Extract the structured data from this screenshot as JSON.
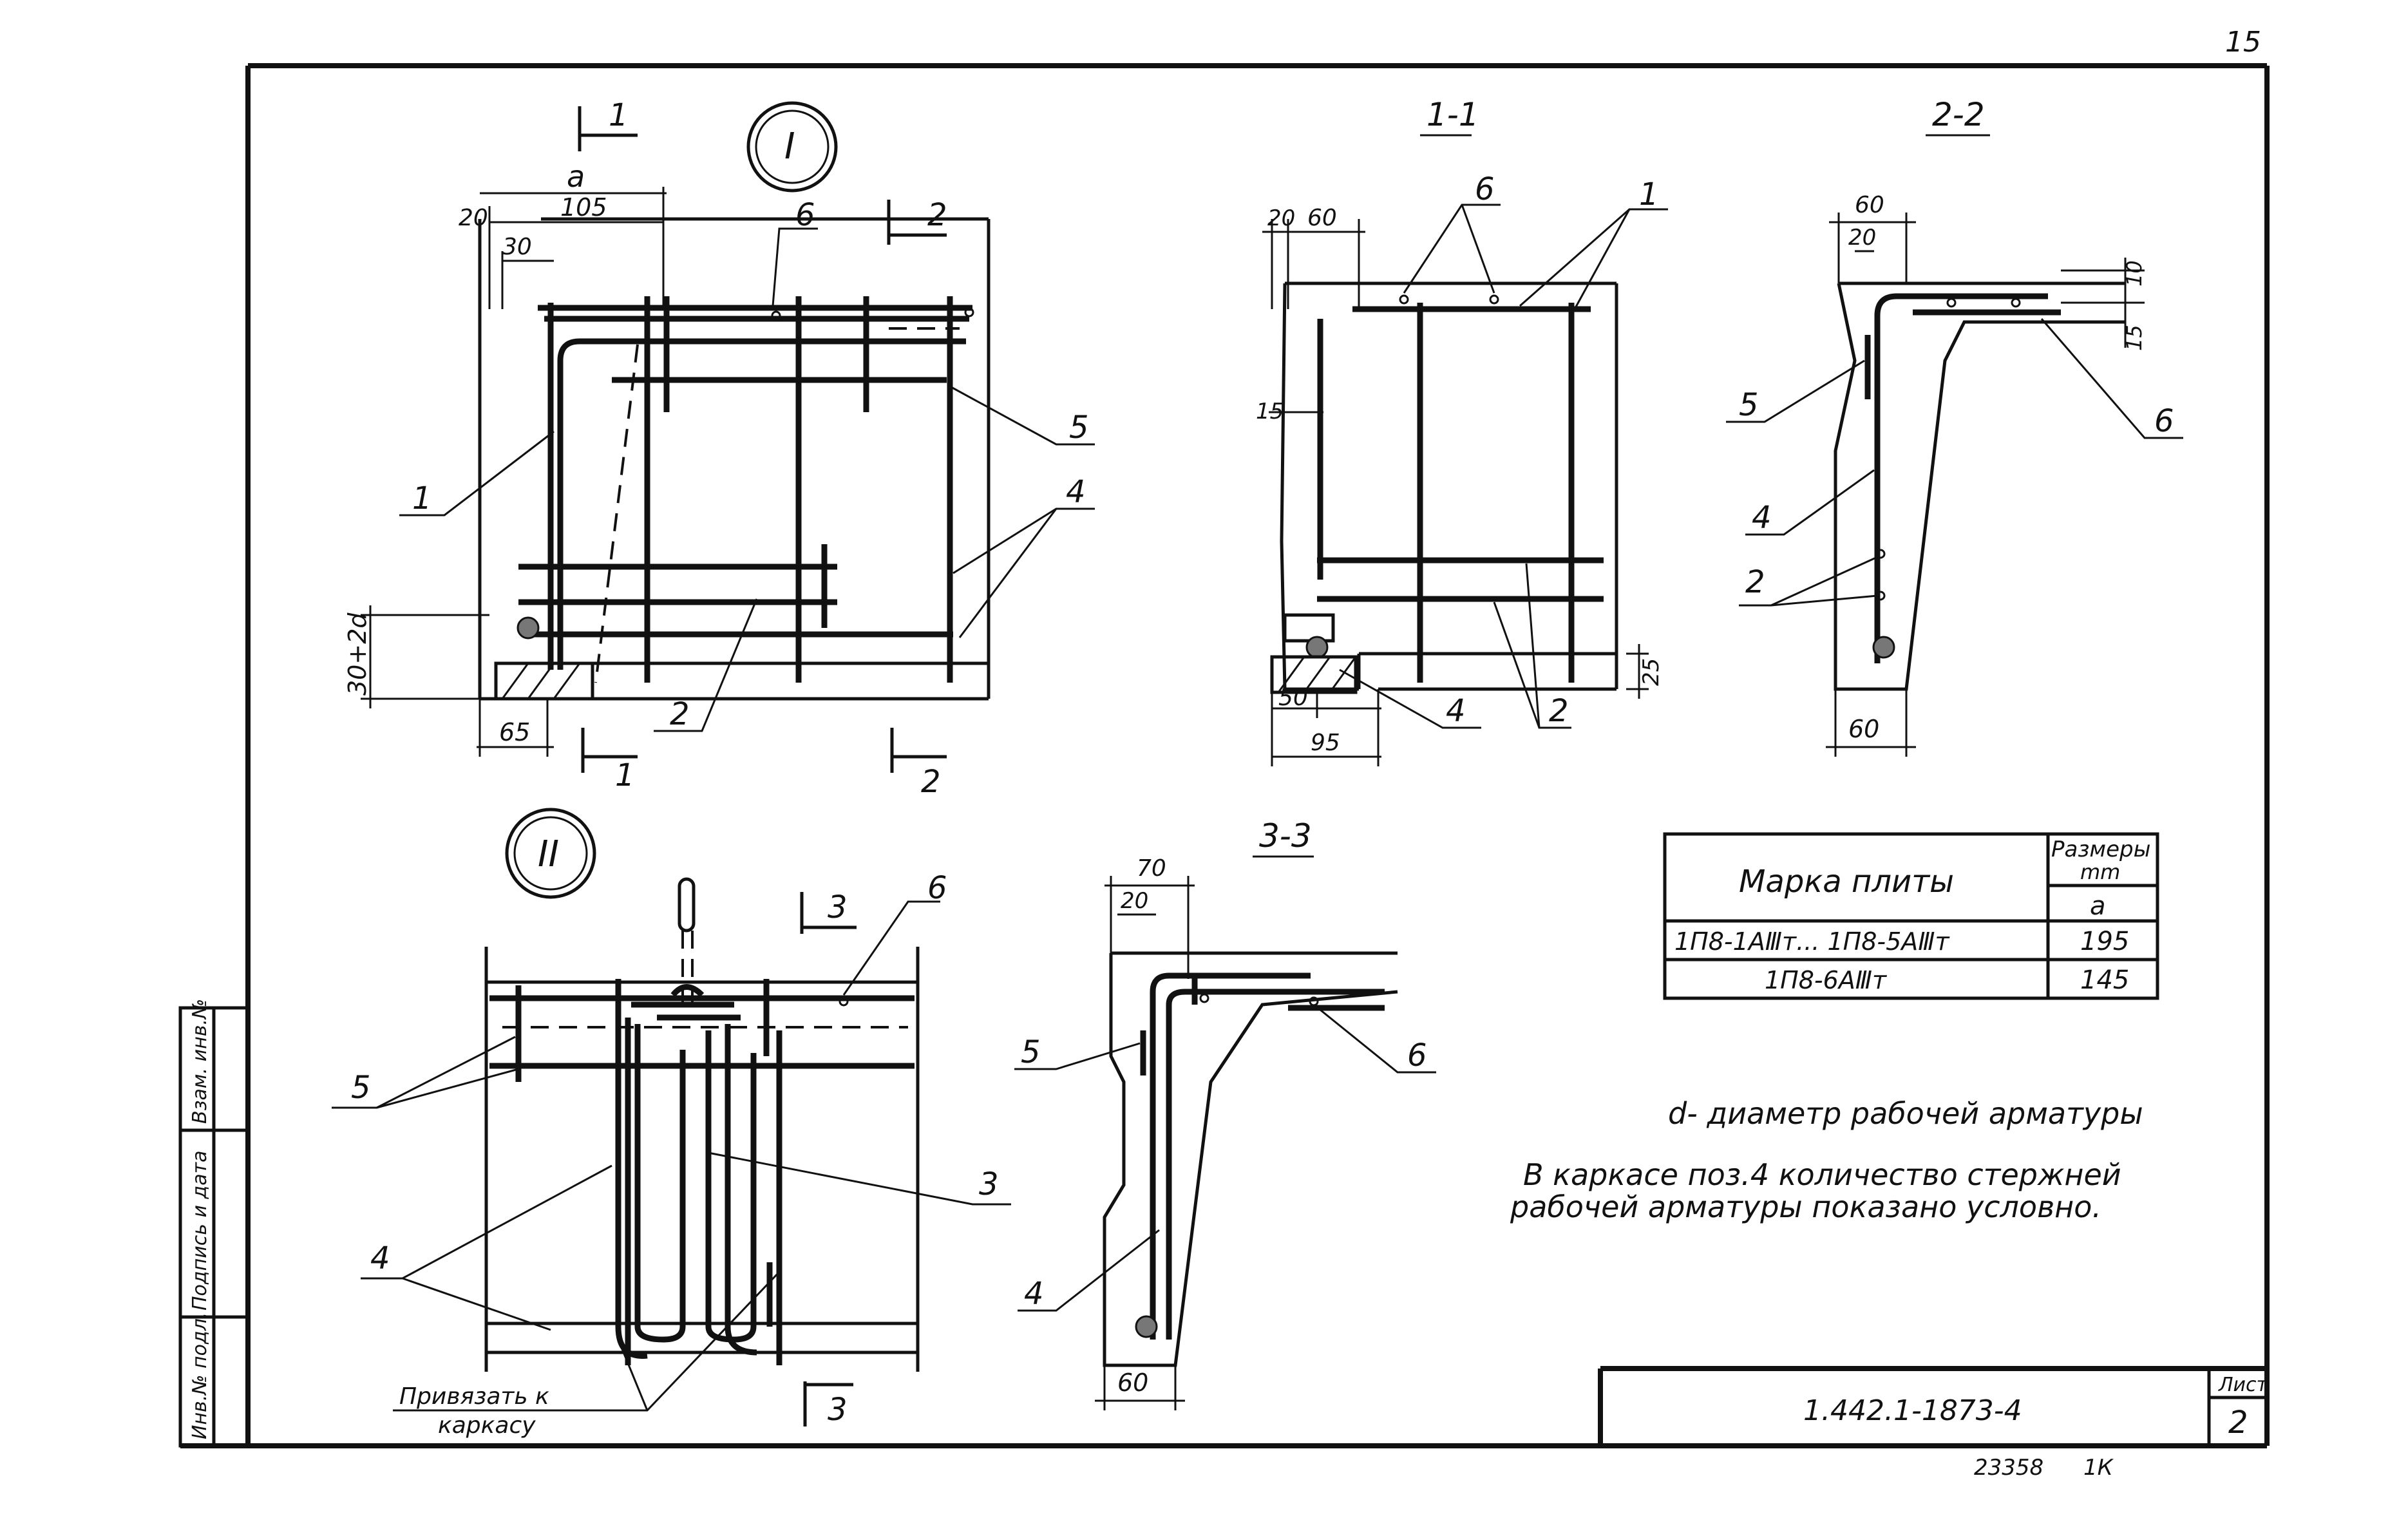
{
  "sheet_number": "15",
  "views": {
    "node_1": "I",
    "node_2": "II",
    "section_1_1": "1-1",
    "section_2_2": "2-2",
    "section_3_3": "3-3"
  },
  "section_marks": {
    "s1": "1",
    "s2": "2",
    "s3": "3"
  },
  "positions": {
    "p1": "1",
    "p2": "2",
    "p3": "3",
    "p4": "4",
    "p5": "5",
    "p6": "6"
  },
  "dims": {
    "n1_20": "20",
    "n1_a": "a",
    "n1_105": "105",
    "n1_30": "30",
    "n1_30_2d": "30+2d",
    "n1_65": "65",
    "s11_20": "20",
    "s11_60": "60",
    "s11_15": "15",
    "s11_50": "50",
    "s11_95": "95",
    "s11_25": "25",
    "s22_60": "60",
    "s22_20": "20",
    "s22_10": "10",
    "s22_15": "15",
    "s22_60b": "60",
    "s33_70": "70",
    "s33_20": "20",
    "s33_60": "60"
  },
  "table": {
    "col1_header": "Марка плиты",
    "col2_header_1": "Размеры",
    "col2_header_2": "mm",
    "col2_sub": "a",
    "rows": [
      {
        "mark": "1П8-1АⅢт... 1П8-5АⅢт",
        "a": "195"
      },
      {
        "mark": "1П8-6АⅢт",
        "a": "145"
      }
    ]
  },
  "notes": {
    "d_def": "d- диаметр рабочей арматуры",
    "line1": "В каркасе поз.4 количество стержней",
    "line2": "рабочей арматуры показано условно."
  },
  "tie_note": {
    "line1": "Привязать к",
    "line2": "каркасу"
  },
  "stamp": {
    "doc_code": "1.442.1-1873-4",
    "sheet_label": "Лист",
    "sheet_value": "2"
  },
  "side_stamp": {
    "c1": "Инв.№ подл.",
    "c2": "Подпись и дата",
    "c3": "Взам. инв.№"
  },
  "bottom_code": {
    "code": "23358",
    "fmt": "1К"
  }
}
